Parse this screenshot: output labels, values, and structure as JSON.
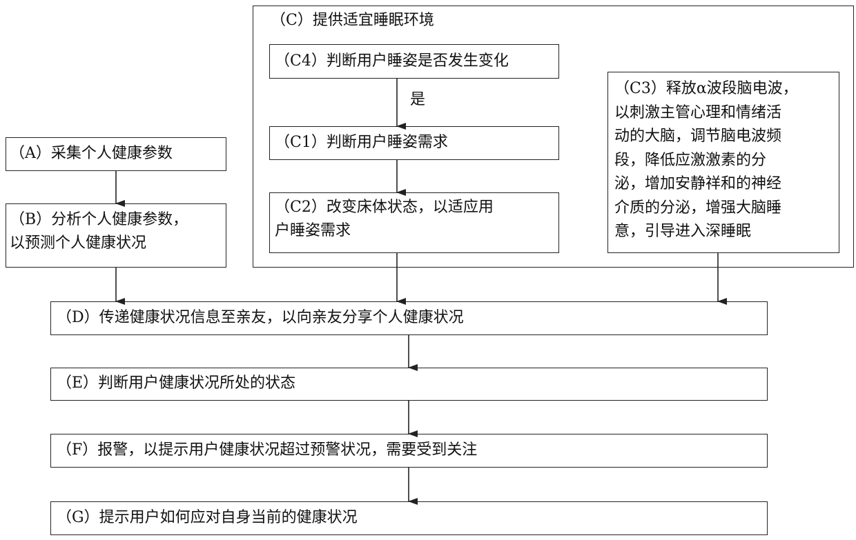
{
  "nodes": {
    "C": {
      "label": "（C）提供适宜睡眠环境"
    },
    "C4": {
      "label": "（C4）判断用户睡姿是否发生变化"
    },
    "yes": {
      "label": "是"
    },
    "C1": {
      "label": "（C1）判断用户睡姿需求"
    },
    "C2": {
      "label": "（C2）改变床体状态，以适应用\n户睡姿需求"
    },
    "C3": {
      "label": "（C3）释放α波段脑电波，\n以刺激主管心理和情绪活\n动的大脑，调节脑电波频\n段，降低应激激素的分\n泌，增加安静祥和的神经\n介质的分泌，增强大脑睡\n意，引导进入深睡眠"
    },
    "A": {
      "label": "（A）采集个人健康参数"
    },
    "B": {
      "label": "（B）分析个人健康参数，\n以预测个人健康状况"
    },
    "D": {
      "label": "（D）传递健康状况信息至亲友，以向亲友分享个人健康状况"
    },
    "E": {
      "label": "（E）判断用户健康状况所处的状态"
    },
    "F": {
      "label": "（F）报警，以提示用户健康状况超过预警状况，需要受到关注"
    },
    "G": {
      "label": "（G）提示用户如何应对自身当前的健康状况"
    }
  },
  "edges": [
    {
      "from": "C4",
      "to": "C1",
      "label": "是"
    },
    {
      "from": "C1",
      "to": "C2"
    },
    {
      "from": "A",
      "to": "B"
    },
    {
      "from": "B",
      "to": "D"
    },
    {
      "from": "C2",
      "to": "D"
    },
    {
      "from": "C3",
      "to": "D"
    },
    {
      "from": "D",
      "to": "E"
    },
    {
      "from": "E",
      "to": "F"
    },
    {
      "from": "F",
      "to": "G"
    }
  ]
}
